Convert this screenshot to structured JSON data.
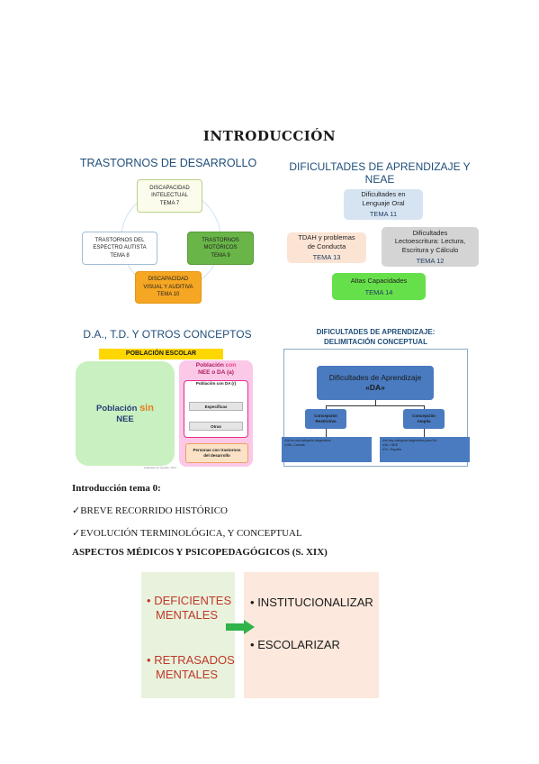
{
  "page_title": "INTRODUCCIÓN",
  "panel1": {
    "title": "TRASTORNOS DE DESARROLLO",
    "intelectual": [
      "DISCAPACIDAD",
      "INTELECTUAL",
      "TEMA 7"
    ],
    "autista": [
      "TRASTORNOS DEL",
      "ESPECTRO AUTISTA",
      "TEMA 8"
    ],
    "motoricos": [
      "TRASTORNOS",
      "MOTÓRICOS",
      "TEMA 9"
    ],
    "visual": [
      "DISCAPACIDAD",
      "VISUAL Y AUDITIVA",
      "TEMA 10"
    ],
    "colors": {
      "intelectual": "#fbfcec",
      "motoricos": "#69b548",
      "visual": "#f5a623",
      "ring": "#cfe3f4"
    }
  },
  "panel2": {
    "title": "DIFICULTADES DE APRENDIZAJE Y NEAE",
    "lenguaje": [
      "Dificultades en",
      "Lenguaje Oral",
      "TEMA 11"
    ],
    "tdah": [
      "TDAH y problemas",
      "de Conducta",
      "TEMA 13"
    ],
    "lecto": [
      "Dificultades",
      "Lectoescritura: Lectura,",
      "Escritura y Cálculo",
      "TEMA 12"
    ],
    "altas": [
      "Altas Capacidades",
      "TEMA 14"
    ]
  },
  "panel3": {
    "title": "D.A., T.D. Y OTROS CONCEPTOS",
    "banner": "POBLACIÓN ESCOLAR",
    "sin": {
      "pre": "Población",
      "hl": "sin",
      "post": "NEE"
    },
    "con": {
      "pre": "Población",
      "hl": "con",
      "post": "NEE o DA (a)"
    },
    "inner_title": "Población con DA (r)",
    "especificas": "Específicas",
    "otras": "Otras",
    "td": [
      "Personas con trastornos",
      "del desarrollo"
    ],
    "footer": "Adaptado de Aguado, 2011"
  },
  "panel4": {
    "title": [
      "DIFICULTADES DE APRENDIZAJE:",
      "DELIMITACIÓN CONCEPTUAL"
    ],
    "main": [
      "Dificultades de Aprendizaje",
      "«DA»"
    ],
    "restrictiva": [
      "Concepción",
      "Restrictiva"
    ],
    "amplia": [
      "Concepción",
      "Amplia"
    ],
    "note_left": [
      "•DA es una categoría diagnóstica",
      "•USA, Canadá"
    ],
    "note_right": [
      "•No hay categoría diagnóstica para DA",
      "•DA = NEE",
      "•P.e.: España"
    ]
  },
  "text": {
    "intro": "Introducción tema 0:",
    "breve": "✓BREVE RECORRIDO HISTÓRICO",
    "evol": "✓EVOLUCIÓN TERMINOLÓGICA, Y CONCEPTUAL",
    "aspectos": "ASPECTOS MÉDICOS Y PSICOPEDAGÓGICOS (S. XIX)"
  },
  "bottom": {
    "deficientes": [
      "DEFICIENTES",
      "MENTALES"
    ],
    "retrasados": [
      "RETRASADOS",
      "MENTALES"
    ],
    "institucionalizar": "INSTITUCIONALIZAR",
    "escolarizar": "ESCOLARIZAR",
    "bullet": "•",
    "arrow_color": "#2fb34a"
  }
}
